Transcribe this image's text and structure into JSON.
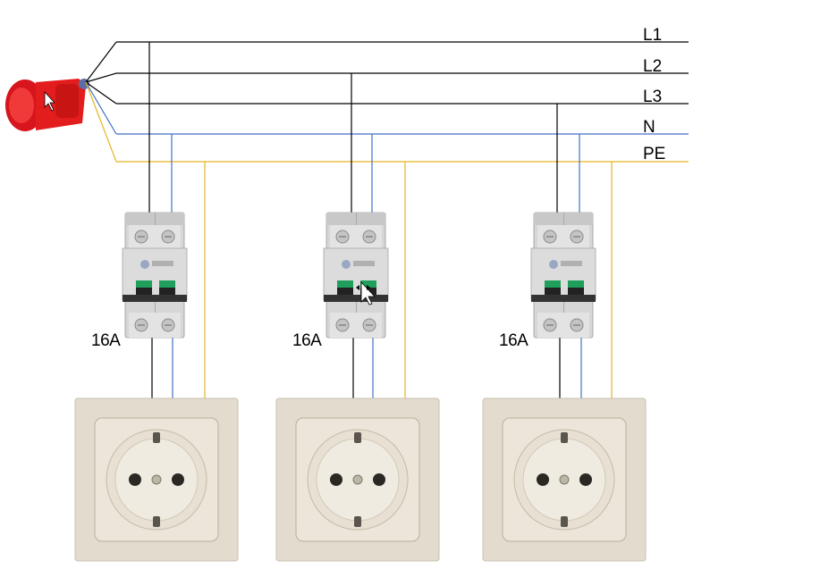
{
  "buses": [
    {
      "label": "L1",
      "color": "#000000"
    },
    {
      "label": "L2",
      "color": "#000000"
    },
    {
      "label": "L3",
      "color": "#000000"
    },
    {
      "label": "N",
      "color": "#4472c4"
    },
    {
      "label": "PE",
      "color": "#e6b422"
    }
  ],
  "breakers": [
    {
      "rating": "16A"
    },
    {
      "rating": "16A"
    },
    {
      "rating": "16A"
    }
  ],
  "colors": {
    "plug": "#e01a1a",
    "breaker_body": "#d9d9d9",
    "switch_toggle": "#1f9e5c",
    "socket_frame": "#e4ddd0",
    "socket_inner": "#ece6da"
  }
}
